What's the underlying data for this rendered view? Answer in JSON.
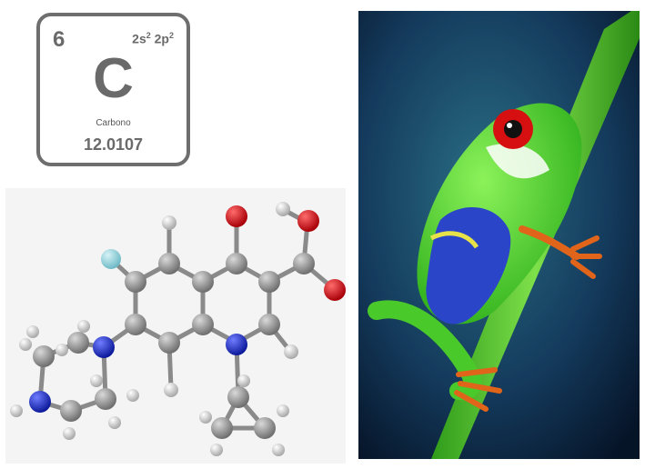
{
  "element_tile": {
    "atomic_number": "6",
    "configuration": "2s² 2p²",
    "symbol": "C",
    "name": "Carbono",
    "atomic_mass": "12.0107"
  },
  "colors": {
    "tile_border": "#6e6e6e",
    "carbon_atom": "#8a8a8a",
    "hydrogen_atom": "#e6e6e6",
    "oxygen_atom": "#d8141a",
    "nitrogen_atom": "#1d2fd3",
    "fluorine_atom": "#8fd3dd",
    "frog_green": "#3fcf2a",
    "frog_background": "#143a5c"
  },
  "icons": {
    "molecule": "ball-and-stick-molecule",
    "frog": "red-eyed-tree-frog-photo"
  }
}
